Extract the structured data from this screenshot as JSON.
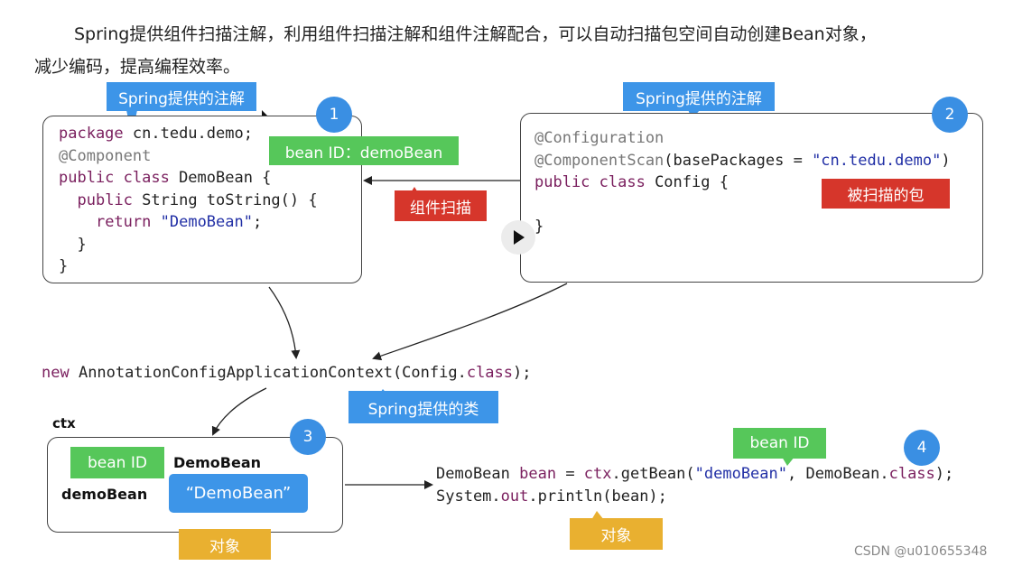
{
  "intro": {
    "line1": "Spring提供组件扫描注解，利用组件扫描注解和组件注解配合，可以自动扫描包空间自动创建Bean对象，",
    "line2": "减少编码，提高编程效率。"
  },
  "box1": {
    "number": "1",
    "code": {
      "l1_kw": "package",
      "l1_rest": " cn.tedu.demo;",
      "l2": "@Component",
      "l3_kw": "public class",
      "l3_rest": " DemoBean {",
      "l4_kw": "public",
      "l4_rest": " String toString() {",
      "l5_kw": "return",
      "l5_str": "\"DemoBean\"",
      "l5_end": ";",
      "l6": "}",
      "l7": "}"
    },
    "tag_top": "Spring提供的注解",
    "tag_bean": "bean ID：demoBean"
  },
  "box2": {
    "number": "2",
    "code": {
      "l1": "@Configuration",
      "l2_an": "@ComponentScan",
      "l2_mid": "(basePackages = ",
      "l2_str": "\"cn.tedu.demo\"",
      "l2_end": ")",
      "l3_kw": "public class",
      "l3_rest": " Config {",
      "l5": "}"
    },
    "tag_top": "Spring提供的注解",
    "tag_pkg": "被扫描的包"
  },
  "scan_tag": "组件扫描",
  "ctx_line": {
    "kw": "new",
    "mid": " AnnotationConfigApplicationContext(Config.",
    "kw2": "class",
    "end": ");"
  },
  "class_tag": "Spring提供的类",
  "box3": {
    "number": "3",
    "ctx_label": "ctx",
    "bean_id_tag": "bean ID",
    "type_label": "DemoBean",
    "name_label": "demoBean",
    "value_tag": "“DemoBean”",
    "object_tag": "对象"
  },
  "getbean": {
    "number": "4",
    "bean_id_tag": "bean ID",
    "l1_a": "DemoBean ",
    "l1_var": "bean",
    "l1_b": " = ",
    "l1_ctx": "ctx",
    "l1_c": ".getBean(",
    "l1_str": "\"demoBean\"",
    "l1_d": ", DemoBean.",
    "l1_kw": "class",
    "l1_e": ");",
    "l2_a": "System.",
    "l2_out": "out",
    "l2_b": ".println(bean);",
    "object_tag": "对象"
  },
  "watermark": "CSDN @u010655348",
  "colors": {
    "blue_tag": "#3d95e8",
    "green_tag": "#56c75a",
    "red_tag": "#d6362b",
    "gold_tag": "#e9b030",
    "circle": "#3a8fe3",
    "keyword": "#7a1f5e",
    "string": "#2230a6"
  }
}
